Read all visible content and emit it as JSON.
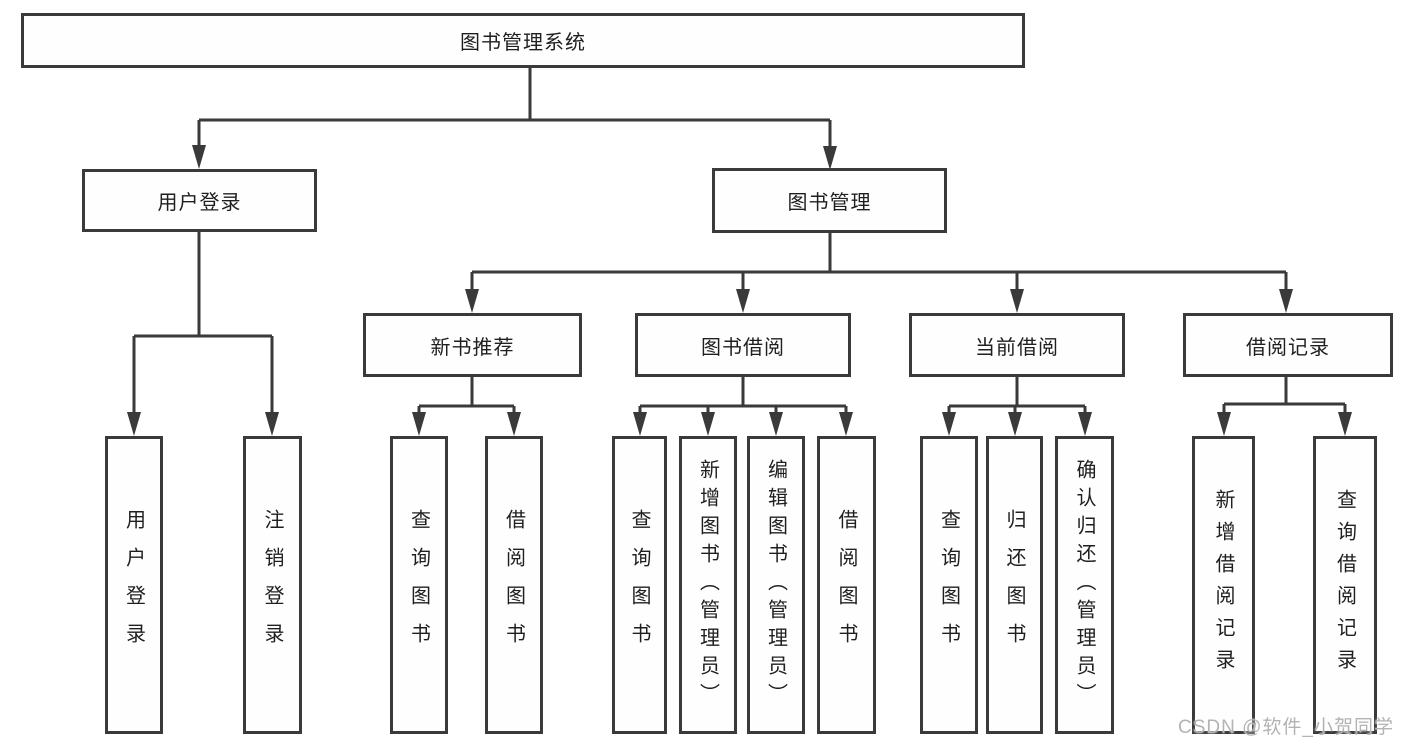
{
  "tree": {
    "label": "图书管理系统",
    "children": [
      {
        "label": "用户登录",
        "children": [
          {
            "label": "用户登录"
          },
          {
            "label": "注销登录"
          }
        ]
      },
      {
        "label": "图书管理",
        "children": [
          {
            "label": "新书推荐",
            "children": [
              {
                "label": "查询图书"
              },
              {
                "label": "借阅图书"
              }
            ]
          },
          {
            "label": "图书借阅",
            "children": [
              {
                "label": "查询图书"
              },
              {
                "label": "新增图书（管理员）"
              },
              {
                "label": "编辑图书（管理员）"
              },
              {
                "label": "借阅图书"
              }
            ]
          },
          {
            "label": "当前借阅",
            "children": [
              {
                "label": "查询图书"
              },
              {
                "label": "归还图书"
              },
              {
                "label": "确认归还（管理员）"
              }
            ]
          },
          {
            "label": "借阅记录",
            "children": [
              {
                "label": "新增借阅记录"
              },
              {
                "label": "查询借阅记录"
              }
            ]
          }
        ]
      }
    ]
  },
  "watermark": {
    "text": "CSDN @软件_小贺同学"
  },
  "colors": {
    "line": "#3a3a3a",
    "box_border": "#3a3a3a",
    "text": "#1f1f1f",
    "watermark": "#b3b3b3",
    "background": "#ffffff"
  }
}
